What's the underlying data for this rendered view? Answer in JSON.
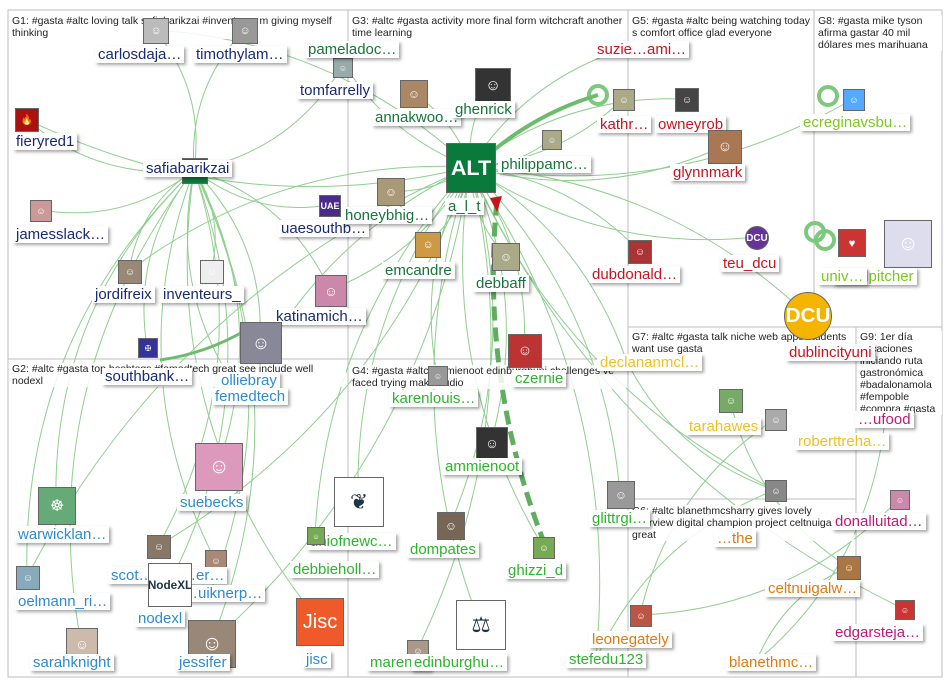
{
  "groups": [
    {
      "id": "G1",
      "label": "G1: #gasta #altc loving talk safiabarikzai #inventeurs m giving myself thinking"
    },
    {
      "id": "G2",
      "label": "G2: #altc #gasta top hashtags #femedtech great see include well nodexl"
    },
    {
      "id": "G3",
      "label": "G3: #altc #gasta activity more final form witchcraft another time learning"
    },
    {
      "id": "G4",
      "label": "G4: #gasta #altc ammienoot edinburghuni challenges ve faced trying make audio"
    },
    {
      "id": "G5",
      "label": "G5: #gasta #altc being watching today s comfort office glad everyone"
    },
    {
      "id": "G6",
      "label": "G6: #altc blanethmcsharry gives lovely overview digital champion project celtnuigalway great"
    },
    {
      "id": "G7",
      "label": "G7: #altc #gasta talk niche web apps students want use gasta"
    },
    {
      "id": "G8",
      "label": "G8: #gasta mike tyson afirma gastar 40 mil dólares mes marihuana"
    },
    {
      "id": "G9",
      "label": "G9: 1er día vacaciones iniciando ruta gastronómica #badalonamola #fempoble #compra #gasta"
    }
  ],
  "nodes": [
    {
      "name": "carlosdaja…",
      "icon": "user-avatar"
    },
    {
      "name": "timothylam…",
      "icon": "user-avatar"
    },
    {
      "name": "tomfarrelly",
      "icon": "user-avatar"
    },
    {
      "name": "fieryred1",
      "icon": "flame-logo"
    },
    {
      "name": "safiabarikzai",
      "icon": "alt-logo"
    },
    {
      "name": "jamesslack…",
      "icon": "user-avatar"
    },
    {
      "name": "jordifreix",
      "icon": "user-avatar"
    },
    {
      "name": "inventeurs_",
      "icon": "user-avatar"
    },
    {
      "name": "uaesouthb…",
      "icon": "uae-logo"
    },
    {
      "name": "katinamich…",
      "icon": "user-avatar"
    },
    {
      "name": "southbank…",
      "icon": "crest-logo"
    },
    {
      "name": "olliebray",
      "icon": "user-avatar"
    },
    {
      "name": "femedtech",
      "icon": "user-avatar"
    },
    {
      "name": "suebecks",
      "icon": "user-avatar"
    },
    {
      "name": "warwicklan…",
      "icon": "ferris-wheel-photo"
    },
    {
      "name": "scot…",
      "icon": "user-avatar"
    },
    {
      "name": "…er…",
      "icon": "user-avatar"
    },
    {
      "name": "…uiknerp…",
      "icon": "user-avatar"
    },
    {
      "name": "oelmann_ri…",
      "icon": "user-avatar"
    },
    {
      "name": "nodexl",
      "icon": "nodexl-logo"
    },
    {
      "name": "sarahknight",
      "icon": "user-avatar"
    },
    {
      "name": "jessifer",
      "icon": "user-avatar"
    },
    {
      "name": "jisc",
      "icon": "jisc-logo"
    },
    {
      "name": "pameladoc…",
      "icon": "user-avatar"
    },
    {
      "name": "annakwoo…",
      "icon": "user-avatar"
    },
    {
      "name": "ghenrick",
      "icon": "user-avatar"
    },
    {
      "name": "philippamc…",
      "icon": "user-avatar"
    },
    {
      "name": "honeybhig…",
      "icon": "user-avatar"
    },
    {
      "name": "a_l_t",
      "icon": "alt-logo"
    },
    {
      "name": "emcandre",
      "icon": "user-avatar"
    },
    {
      "name": "debbaff",
      "icon": "user-avatar"
    },
    {
      "name": "czernie",
      "icon": "user-avatar"
    },
    {
      "name": "karenlouis…",
      "icon": "user-avatar"
    },
    {
      "name": "ammienoot",
      "icon": "user-avatar"
    },
    {
      "name": "uniofnewc…",
      "icon": "university-crest-logo"
    },
    {
      "name": "dompates",
      "icon": "user-avatar"
    },
    {
      "name": "debbieholl…",
      "icon": "user-avatar"
    },
    {
      "name": "glittrgi…",
      "icon": "user-avatar"
    },
    {
      "name": "ghizzi_d",
      "icon": "user-avatar"
    },
    {
      "name": "maren…",
      "icon": "user-avatar"
    },
    {
      "name": "edinburghu…",
      "icon": "edinburgh-crest-logo"
    },
    {
      "name": "suzie…ami…",
      "icon": "user-avatar"
    },
    {
      "name": "kathr…",
      "icon": "user-avatar"
    },
    {
      "name": "owneyrob",
      "icon": "user-avatar"
    },
    {
      "name": "glynnmark",
      "icon": "user-avatar"
    },
    {
      "name": "dubdonald…",
      "icon": "user-avatar"
    },
    {
      "name": "teu_dcu",
      "icon": "dcu-logo"
    },
    {
      "name": "dublincityuni",
      "icon": "dcu-logo"
    },
    {
      "name": "ecreginavsbu…",
      "icon": "user-avatar"
    },
    {
      "name": "thealpitcher",
      "icon": "user-avatar"
    },
    {
      "name": "univ…",
      "icon": "heart-logo"
    },
    {
      "name": "declananmcl…",
      "icon": "user-avatar"
    },
    {
      "name": "tarahawes",
      "icon": "user-avatar"
    },
    {
      "name": "roberttreha…",
      "icon": "user-avatar"
    },
    {
      "name": "…the",
      "icon": "user-avatar"
    },
    {
      "name": "celtnuigalw…",
      "icon": "user-avatar"
    },
    {
      "name": "leonegately",
      "icon": "user-avatar"
    },
    {
      "name": "stefedu123",
      "icon": "user-avatar"
    },
    {
      "name": "blanethmc…",
      "icon": "user-avatar"
    },
    {
      "name": "donalluitad…",
      "icon": "user-avatar"
    },
    {
      "name": "edgarsteja…",
      "icon": "user-avatar"
    },
    {
      "name": "…ufood",
      "icon": "user-avatar"
    }
  ],
  "colors": {
    "G1": "#1a2a72",
    "G2": "#2e8bd1",
    "G3": "#17743b",
    "G4": "#2cb52c",
    "G5": "#c8141e",
    "G6": "#e07a10",
    "G7": "#f0c020",
    "G8": "#7cc820",
    "G9": "#c0187a",
    "edge": "#7fc07f",
    "border": "#bbbbbb"
  }
}
